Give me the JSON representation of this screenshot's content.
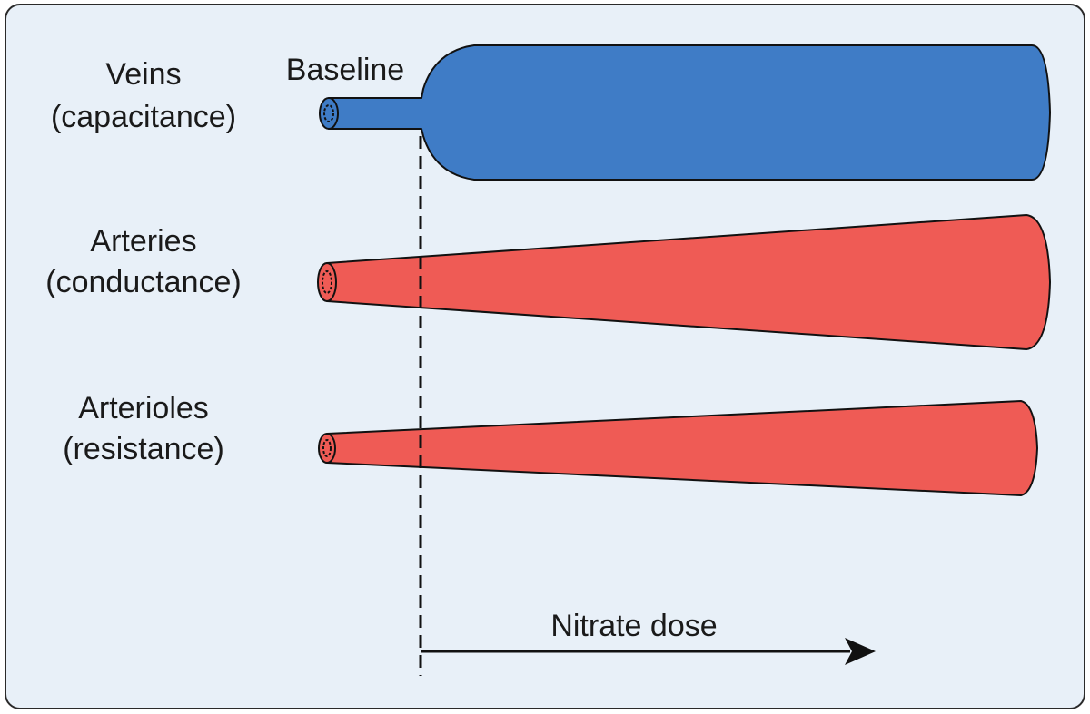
{
  "colors": {
    "panel_background": "#e8f0f8",
    "panel_border": "#2a2a2a",
    "vein": "#3f7cc6",
    "artery": "#ef5b55",
    "outline": "#111111"
  },
  "vessels": [
    {
      "name": "Veins",
      "role": "(capacitance)"
    },
    {
      "name": "Arteries",
      "role": "(conductance)"
    },
    {
      "name": "Arterioles",
      "role": "(resistance)"
    }
  ],
  "baseline_label": "Baseline",
  "dose_label": "Nitrate dose"
}
